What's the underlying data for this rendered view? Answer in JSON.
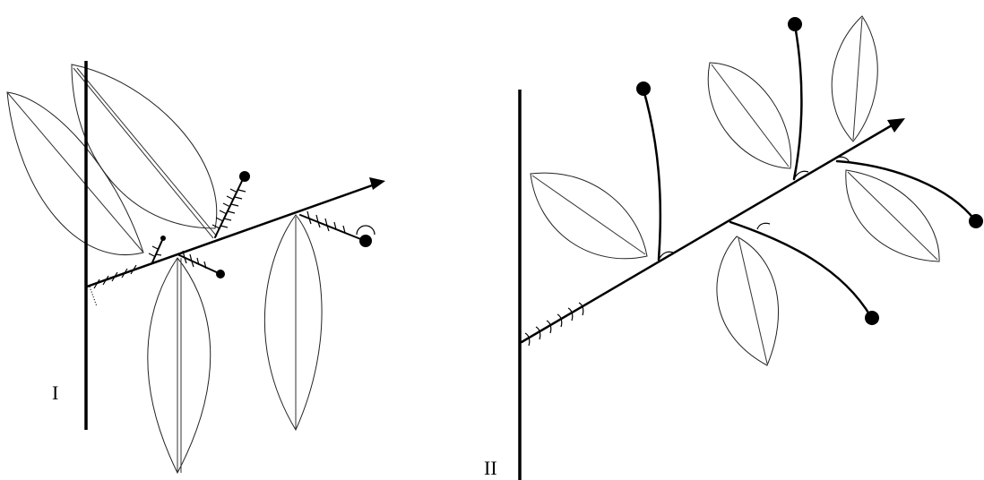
{
  "figure": {
    "panels": [
      {
        "id": "panel-1",
        "label": "I"
      },
      {
        "id": "panel-2",
        "label": "II"
      }
    ]
  },
  "colors": {
    "line": "#000000",
    "background": "#ffffff"
  }
}
